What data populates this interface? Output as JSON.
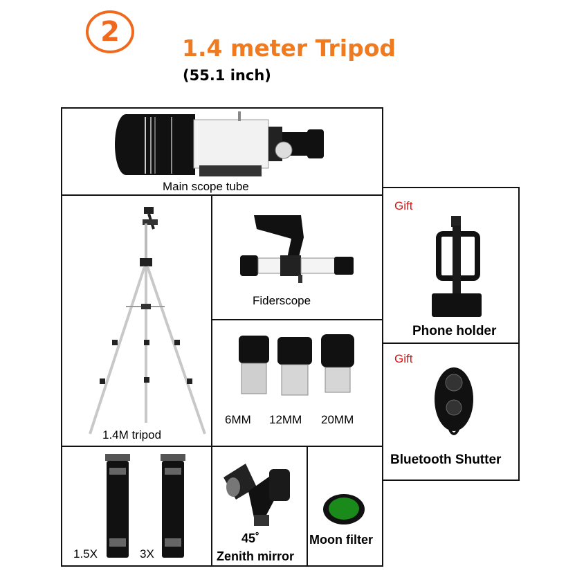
{
  "header": {
    "badge": "2",
    "title": "1.4 meter Tripod",
    "subtitle": "(55.1 inch)"
  },
  "items": {
    "main_tube": "Main scope tube",
    "tripod": "1.4M tripod",
    "finderscope": "Fiderscope",
    "eyepieces": [
      "6MM",
      "12MM",
      "20MM"
    ],
    "barlow_1": "1.5X",
    "barlow_2": "3X",
    "zenith_deg": "45˚",
    "zenith": "Zenith mirror",
    "moon_filter": "Moon filter",
    "phone_holder": "Phone holder",
    "bluetooth": "Bluetooth Shutter"
  },
  "gift_label": "Gift",
  "icons": [
    "telescope-tube-icon",
    "tripod-icon",
    "finderscope-icon",
    "eyepiece-icon",
    "barlow-lens-icon",
    "zenith-mirror-icon",
    "moon-filter-icon",
    "phone-holder-icon",
    "bluetooth-remote-icon"
  ],
  "colors": {
    "accent": "#f07a20",
    "gift": "#dd1111",
    "border": "#111111"
  }
}
